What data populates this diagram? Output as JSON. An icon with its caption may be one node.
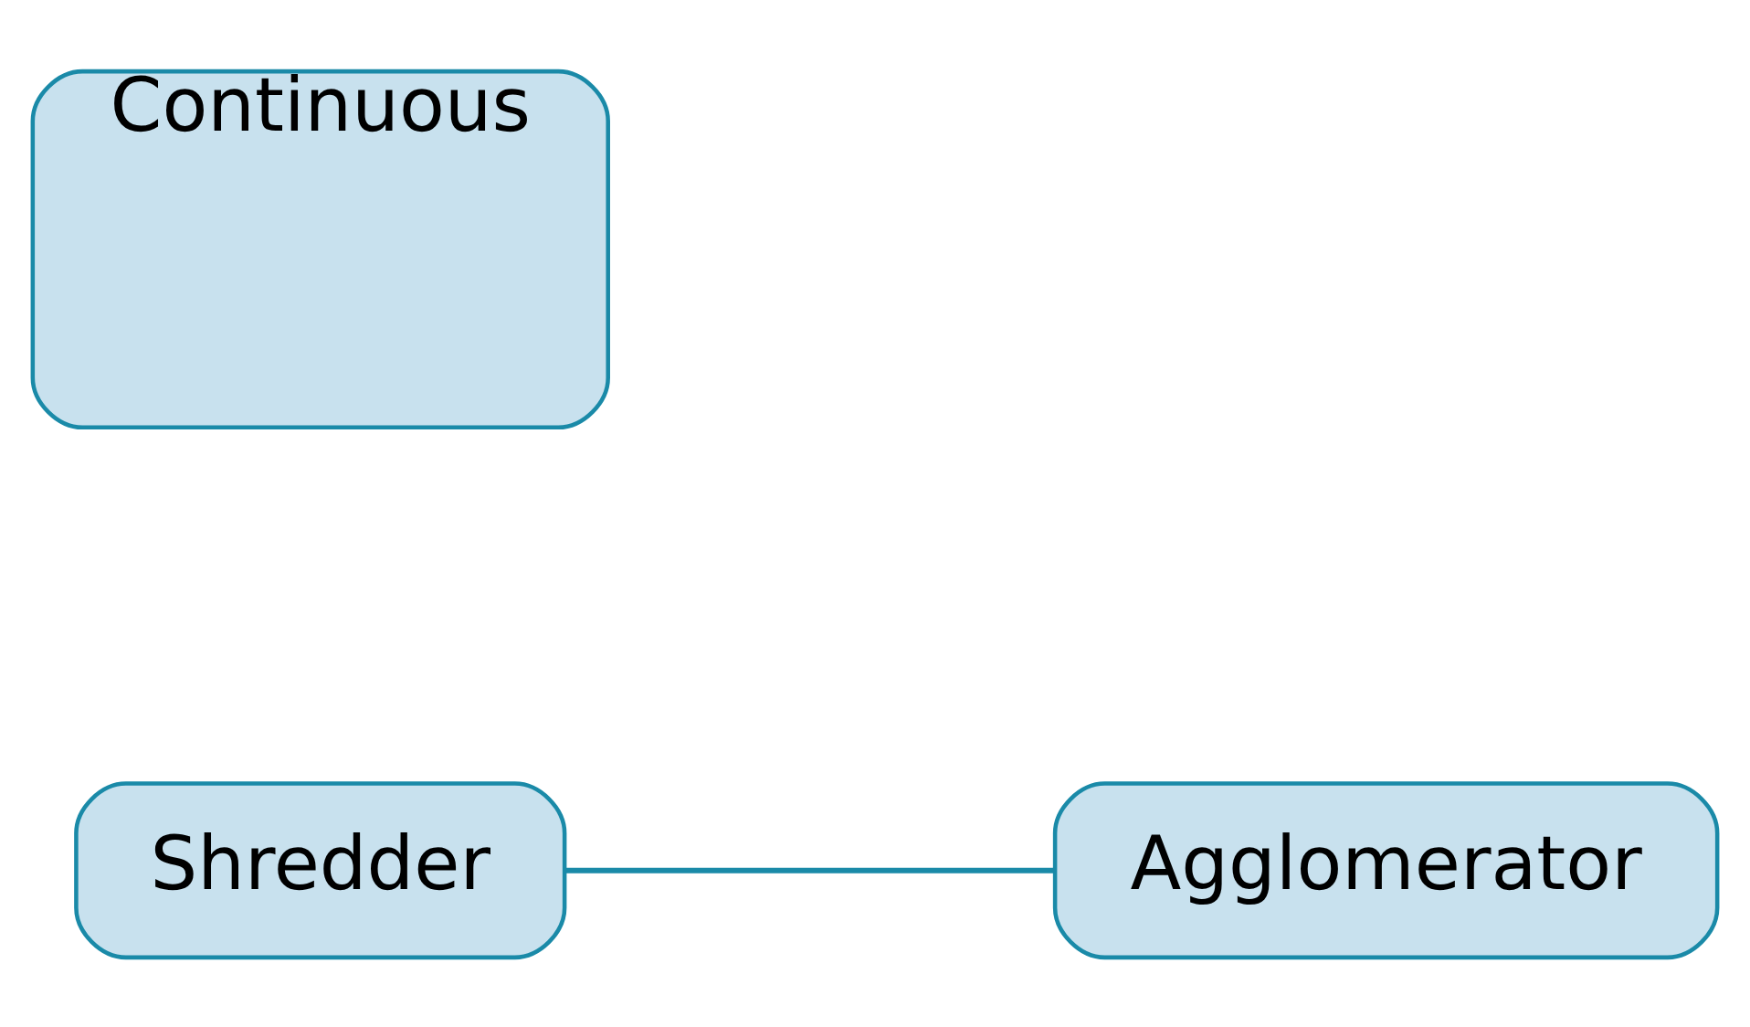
{
  "diagram": {
    "nodes": [
      {
        "text": [
          "Shredder"
        ]
      },
      {
        "text": [
          "Continuous"
        ]
      },
      {
        "text": [
          "Agglomerator"
        ]
      }
    ],
    "edges": [
      {
        "from": 0,
        "to": 2,
        "arrow": "none"
      }
    ]
  }
}
